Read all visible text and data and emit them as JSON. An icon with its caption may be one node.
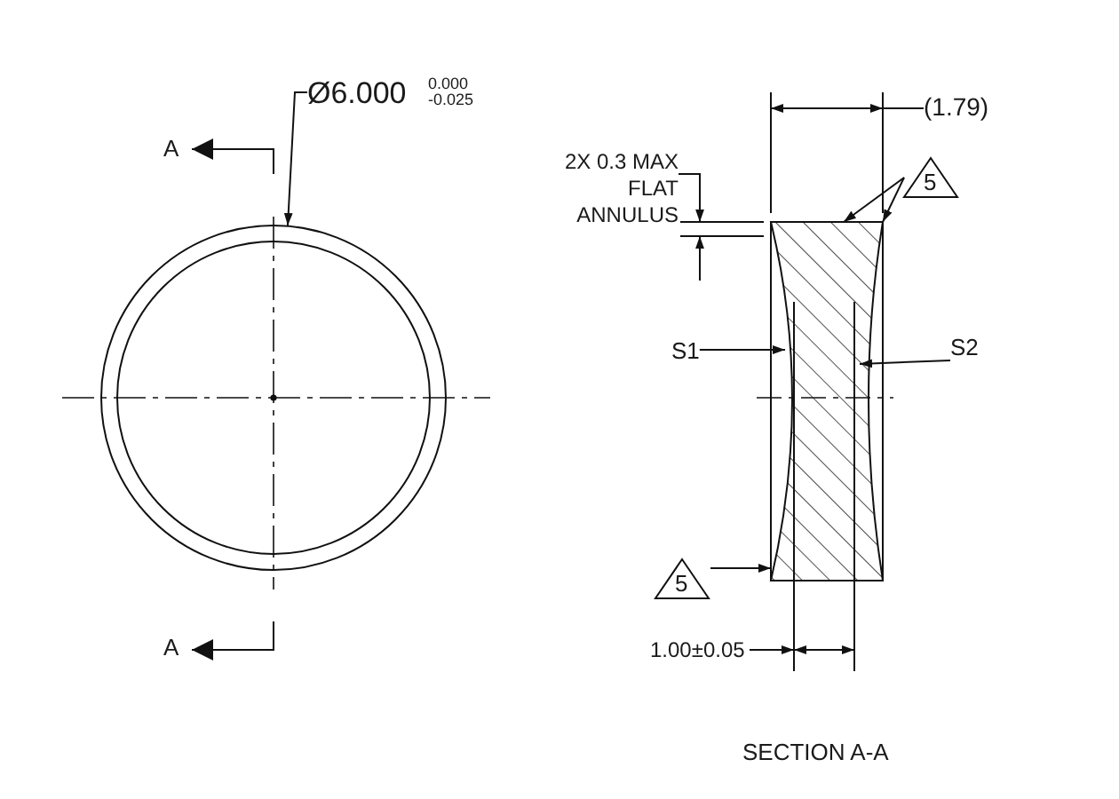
{
  "diagram": {
    "caption": "SECTION A-A",
    "nodes": [
      {
        "text": [
          "Ø6.000",
          "0.000",
          "-0.025"
        ]
      },
      {
        "text": [
          "S1"
        ]
      },
      {
        "text": [
          "S2"
        ]
      },
      {
        "text": [
          "5"
        ]
      },
      {
        "text": [
          "5"
        ]
      },
      {
        "text": [],
        "shape": "circle"
      },
      {
        "text": [],
        "shape": "box"
      }
    ],
    "edges": [
      {
        "from": 0,
        "to": 5,
        "arrow": "to"
      },
      {
        "from": 1,
        "to": 6,
        "arrow": "to"
      },
      {
        "from": 2,
        "to": 6,
        "arrow": "to"
      },
      {
        "from": 3,
        "to": 6,
        "arrow": "to"
      },
      {
        "from": 3,
        "to": 6,
        "arrow": "to"
      },
      {
        "from": 4,
        "to": 6,
        "arrow": "to"
      }
    ],
    "labels": [
      "A",
      "A",
      "2X 0.3 MAX FLAT ANNULUS",
      "(1.79)",
      "1.00±0.05"
    ]
  }
}
